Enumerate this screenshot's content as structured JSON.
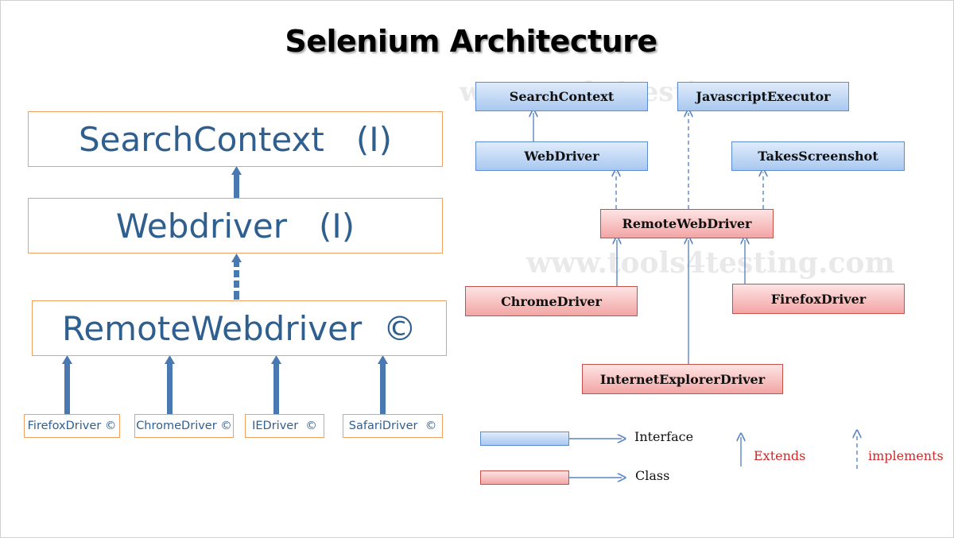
{
  "title": "Selenium Architecture",
  "watermark": "www.tools4testing.com",
  "left_diagram": {
    "search_context": "SearchContext   (I)",
    "webdriver": "Webdriver   (I)",
    "remote_webdriver": "RemoteWebdriver  ©",
    "drivers": [
      {
        "label": "FirefoxDriver ©"
      },
      {
        "label": "ChromeDriver ©"
      },
      {
        "label": "IEDriver  ©"
      },
      {
        "label": "SafariDriver  ©"
      }
    ]
  },
  "right_diagram": {
    "interfaces": {
      "search_context": "SearchContext",
      "javascript_executor": "JavascriptExecutor",
      "webdriver": "WebDriver",
      "takes_screenshot": "TakesScreenshot"
    },
    "classes": {
      "remote_webdriver": "RemoteWebDriver",
      "chrome_driver": "ChromeDriver",
      "firefox_driver": "FirefoxDriver",
      "ie_driver": "InternetExplorerDriver"
    }
  },
  "legend": {
    "interface": "Interface",
    "class": "Class",
    "extends": "Extends",
    "implements": "implements"
  },
  "colors": {
    "left_border": "#f0a060",
    "left_text": "#2f5f8f",
    "arrow": "#4a78b0",
    "interface_fill": "#a9c8f0",
    "class_fill": "#f3a5a5",
    "legend_red": "#cc2a2a"
  }
}
